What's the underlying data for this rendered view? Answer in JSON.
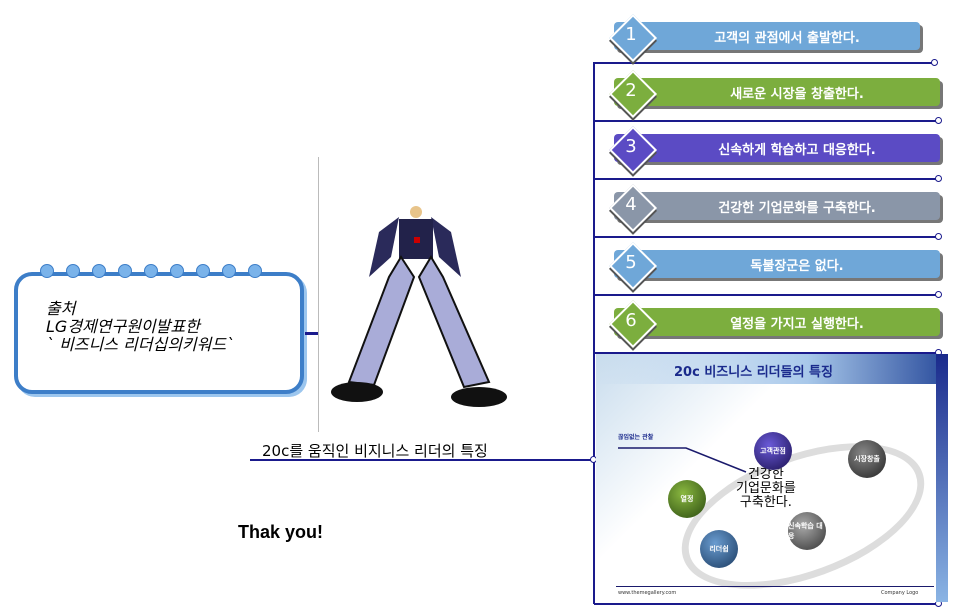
{
  "items": [
    {
      "num": "1",
      "label": "고객의 관점에서 출발한다.",
      "color": "#6fa7d8"
    },
    {
      "num": "2",
      "label": "새로운 시장을 창출한다.",
      "color": "#7cae3e"
    },
    {
      "num": "3",
      "label": "신속하게 학습하고 대응한다.",
      "color": "#5b4bc4"
    },
    {
      "num": "4",
      "label": "건강한 기업문화를 구축한다.",
      "color": "#8a96a8"
    },
    {
      "num": "5",
      "label": "독불장군은 없다.",
      "color": "#6fa7d8"
    },
    {
      "num": "6",
      "label": "열정을 가지고 실행한다.",
      "color": "#7cae3e"
    }
  ],
  "note": {
    "line1": "출처",
    "line2": "LG경제연구원이발표한",
    "line3": "` 비즈니스 리더십의키워드`"
  },
  "central_topic": "20c를 움직인 비지니스 리더의 특징",
  "thanks": "Thak you!",
  "slide": {
    "title": "20c 비즈니스 리더들의 특징",
    "callout_small": "끊임없는 관찰",
    "center_text1": "건강한",
    "center_text2": "기업문화를",
    "center_text3": "구축한다.",
    "balls": [
      "고객관점",
      "시장창출",
      "열정",
      "리더쉽",
      "신속학습 대응"
    ],
    "footer_left": "www.themegallery.com",
    "footer_right": "Company Logo"
  }
}
